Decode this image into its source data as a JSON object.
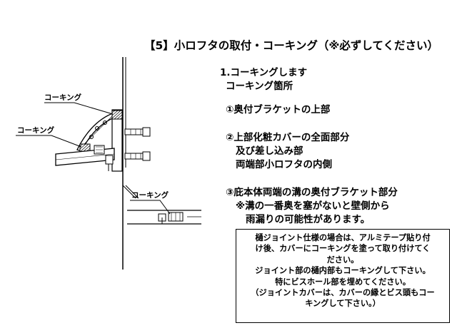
{
  "title": "【5】小ロフタの取付・コーキング（※必ずしてください）",
  "steps": {
    "s1_head": "1.コーキングします",
    "s1_sub": "コーキング箇所",
    "item1": "①奥付ブラケットの上部",
    "item2": "②上部化粧カバーの全面部分",
    "item2_line2": "及び差し込み部",
    "item2_line3": "両端部小ロフタの内側",
    "item3": "③庇本体両端の溝の奥付ブラケット部分",
    "item3_line2": "※溝の一番奥を塞がないと壁側から",
    "item3_line3": "雨漏りの可能性があります。"
  },
  "note": {
    "line1": "樋ジョイント仕様の場合は、アルミテープ貼り付",
    "line2": "け後、カバーにコーキングを塗って取り付けてく",
    "line3": "ださい。",
    "line4": "ジョイント部の樋内部もコーキングして下さい。",
    "line5": "特にビスホール部を埋めてください。",
    "line6": "（ジョイントカバーは、カバーの縁とビス頭もコー",
    "line7": "キングして下さい。）"
  },
  "diagram": {
    "label_top": "コーキング",
    "label_left": "コーキング",
    "label_bottom": "コーキング"
  }
}
